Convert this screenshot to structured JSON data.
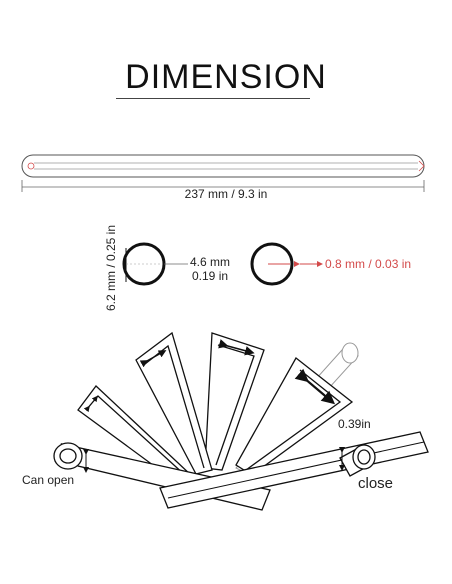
{
  "title": "DIMENSION",
  "length_label": "237 mm / 9.3 in",
  "outer_diameter_label": "6.2 mm / 0.25 in",
  "inner_diameter": {
    "mm": "4.6 mm",
    "in": "0.19 in"
  },
  "wall_thickness_label": "0.8 mm / 0.03 in",
  "opening_label": "0.39in",
  "can_open_label": "Can open",
  "close_label": "close",
  "colors": {
    "stroke": "#111111",
    "accent": "#d34a4a"
  }
}
